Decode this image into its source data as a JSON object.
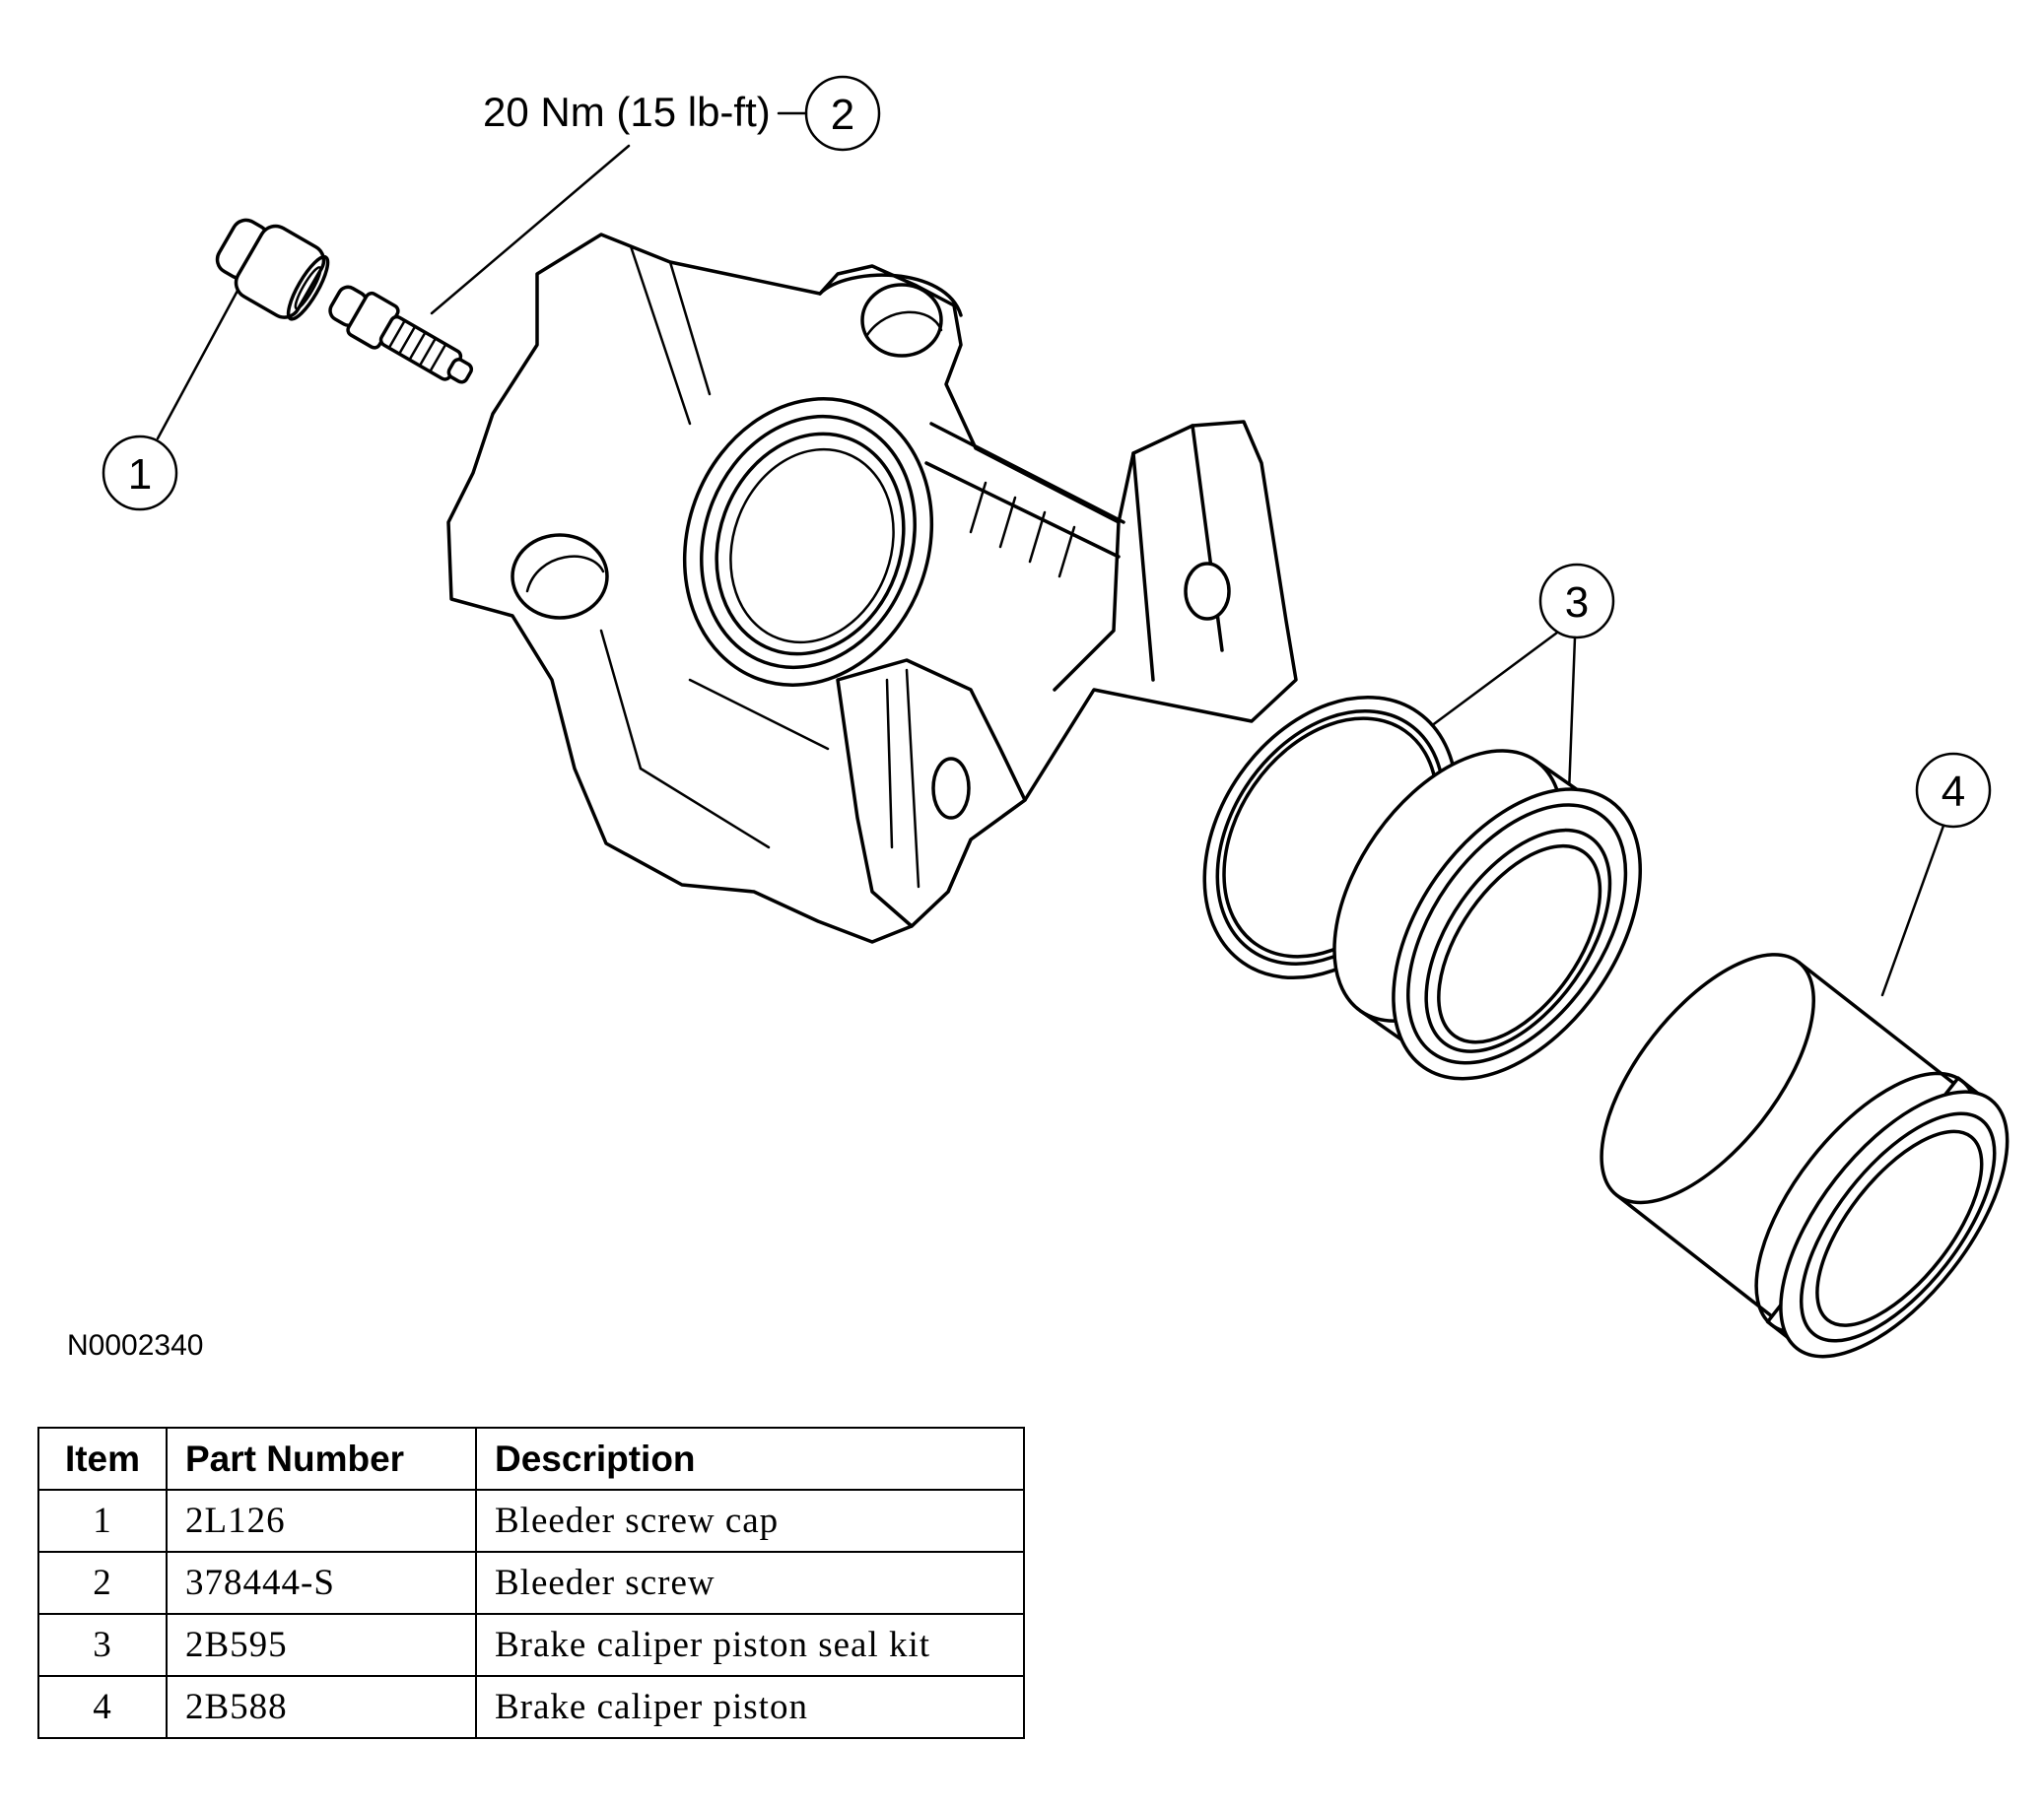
{
  "torque_label": "20 Nm (15 lb-ft)",
  "callouts": [
    "1",
    "2",
    "3",
    "4"
  ],
  "reference_code": "N0002340",
  "table": {
    "headers": [
      "Item",
      "Part Number",
      "Description"
    ],
    "rows": [
      {
        "item": "1",
        "part_number": "2L126",
        "description": "Bleeder screw cap"
      },
      {
        "item": "2",
        "part_number": "378444-S",
        "description": "Bleeder screw"
      },
      {
        "item": "3",
        "part_number": "2B595",
        "description": "Brake caliper piston seal kit"
      },
      {
        "item": "4",
        "part_number": "2B588",
        "description": "Brake caliper piston"
      }
    ]
  }
}
